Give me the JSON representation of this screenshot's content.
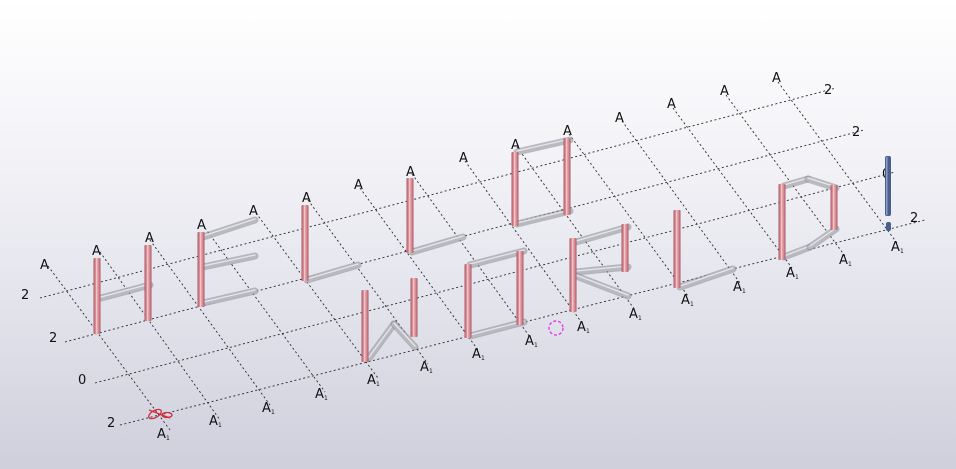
{
  "view": {
    "title": "3D model view",
    "background_top": "#ffffff",
    "background_bottom": "#cfcfdc"
  },
  "grid_labels": {
    "row_2_top": "2",
    "row_2_mid": "2",
    "row_0": "0",
    "row_2_bottom": "2",
    "right_2_a": "2",
    "right_2_b": "2",
    "right_0": "0",
    "right_2_c": "2",
    "axis_letter": "A",
    "axis_sub": "1"
  },
  "model": {
    "word_top": "HELLO",
    "word_bottom": "WORLD",
    "punctuation": "!",
    "column_color": "#d88c94",
    "beam_color": "#b9b9c0",
    "exclamation_color": "#4a5f8c",
    "highlight_marker_color": "#e040e0",
    "origin_marker_color": "#d03040"
  }
}
